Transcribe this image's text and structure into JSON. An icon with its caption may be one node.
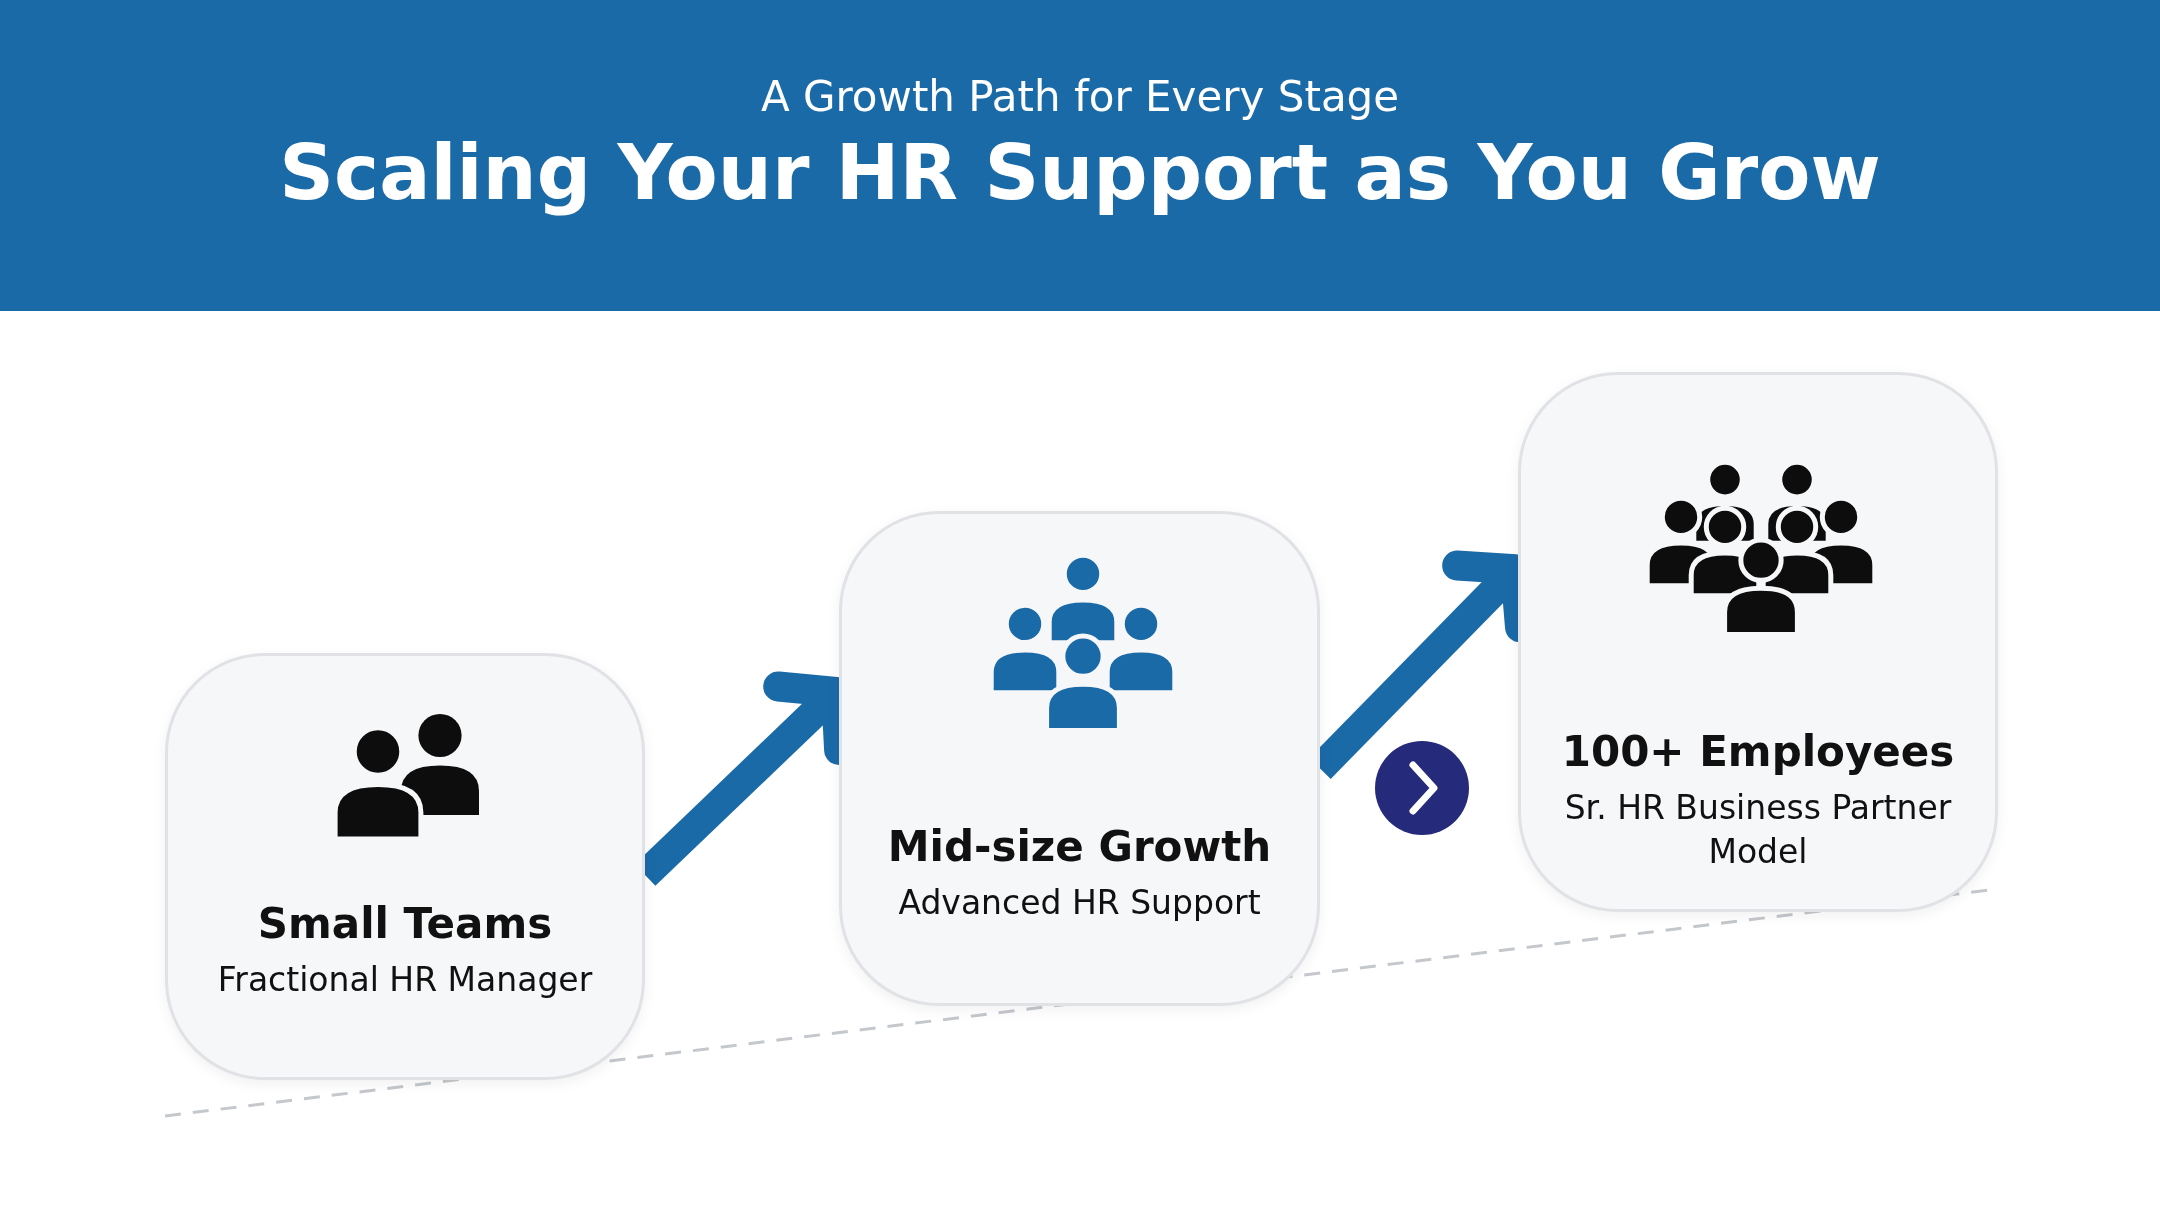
{
  "diagram": {
    "title": "Scaling Your HR Support as You Grow",
    "caption": "A Growth Path for Every Stage",
    "nodes": [
      {
        "text": [
          "Small Teams",
          "Fractional HR Manager"
        ]
      },
      {
        "text": [
          "Mid-size Growth",
          "Advanced HR Support"
        ]
      },
      {
        "text": [
          "100+ Employees",
          "Sr. HR Business Partner Model"
        ]
      }
    ],
    "edges": [
      {
        "from": 0,
        "to": 1,
        "arrow": "to"
      },
      {
        "from": 1,
        "to": 2,
        "arrow": "to"
      }
    ]
  }
}
